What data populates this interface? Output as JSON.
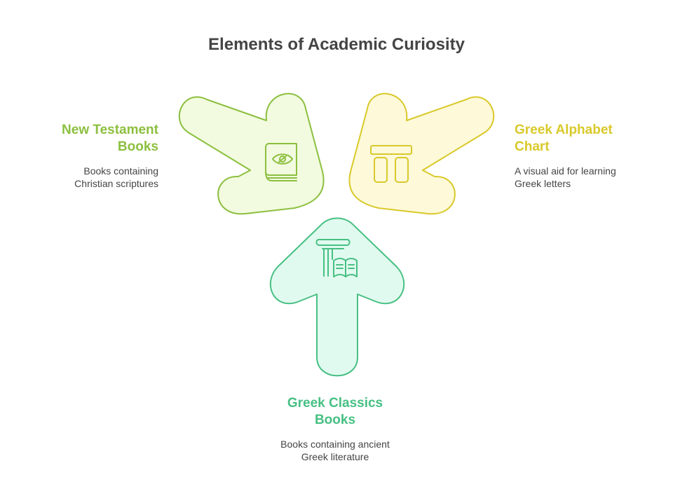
{
  "title": "Elements of Academic Curiosity",
  "colors": {
    "new_testament": "#8cbf3f",
    "new_testament_fill": "#f2fbdf",
    "greek_alphabet": "#d9c92a",
    "greek_alphabet_fill": "#fdf9d9",
    "greek_classics": "#46c083",
    "greek_classics_fill": "#e1faef",
    "text": "#444444"
  },
  "items": [
    {
      "title_lines": [
        "New Testament",
        "Books"
      ],
      "desc_lines": [
        "Books containing",
        "Christian scriptures"
      ],
      "icon": "book-eye-icon"
    },
    {
      "title_lines": [
        "Greek Alphabet",
        "Chart"
      ],
      "desc_lines": [
        "A visual aid for learning",
        "Greek letters"
      ],
      "icon": "pillars-icon"
    },
    {
      "title_lines": [
        "Greek Classics",
        "Books"
      ],
      "desc_lines": [
        "Books containing ancient",
        "Greek literature"
      ],
      "icon": "column-open-book-icon"
    }
  ]
}
